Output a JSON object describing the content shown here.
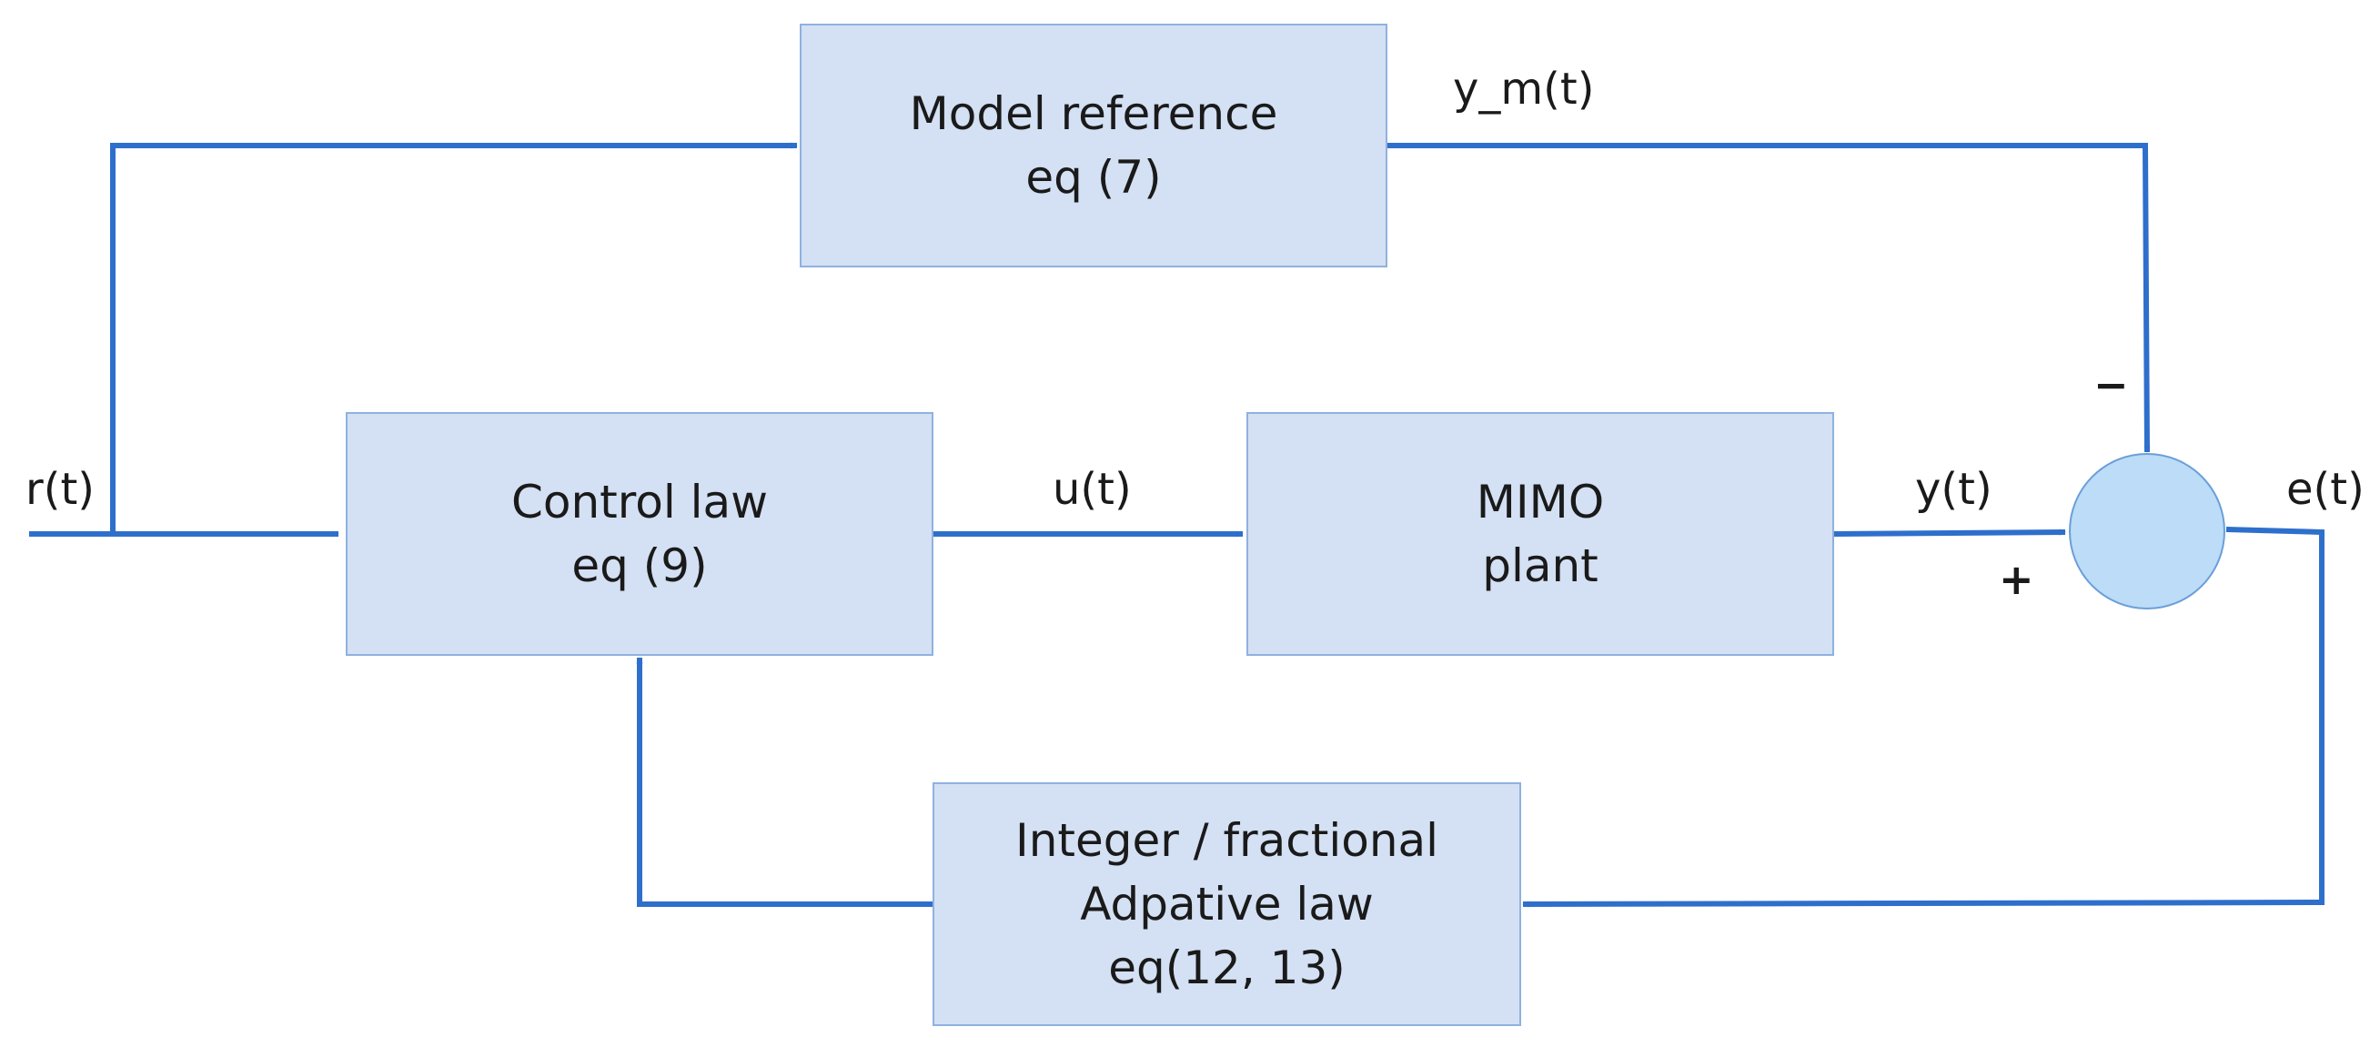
{
  "blocks": {
    "model_reference": {
      "lines": [
        "Model reference",
        "eq (7)"
      ]
    },
    "control_law": {
      "lines": [
        "Control law",
        "eq (9)"
      ]
    },
    "mimo_plant": {
      "lines": [
        "MIMO",
        "plant"
      ]
    },
    "adaptive_law": {
      "lines": [
        "Integer / fractional",
        "Adpative law",
        "eq(12, 13)"
      ]
    }
  },
  "signals": {
    "reference": "r(t)",
    "model_output": "y_m(t)",
    "control": "u(t)",
    "plant_output": "y(t)",
    "error": "e(t)"
  },
  "summing_junction": {
    "minus_sign": "−",
    "plus_sign": "+"
  },
  "colors": {
    "wire": "#2e6fcc",
    "block_fill": "#d4e0f3",
    "block_border": "#8fb1e0",
    "junction_fill": "#bcdcf7",
    "junction_border": "#6a9fd8"
  }
}
